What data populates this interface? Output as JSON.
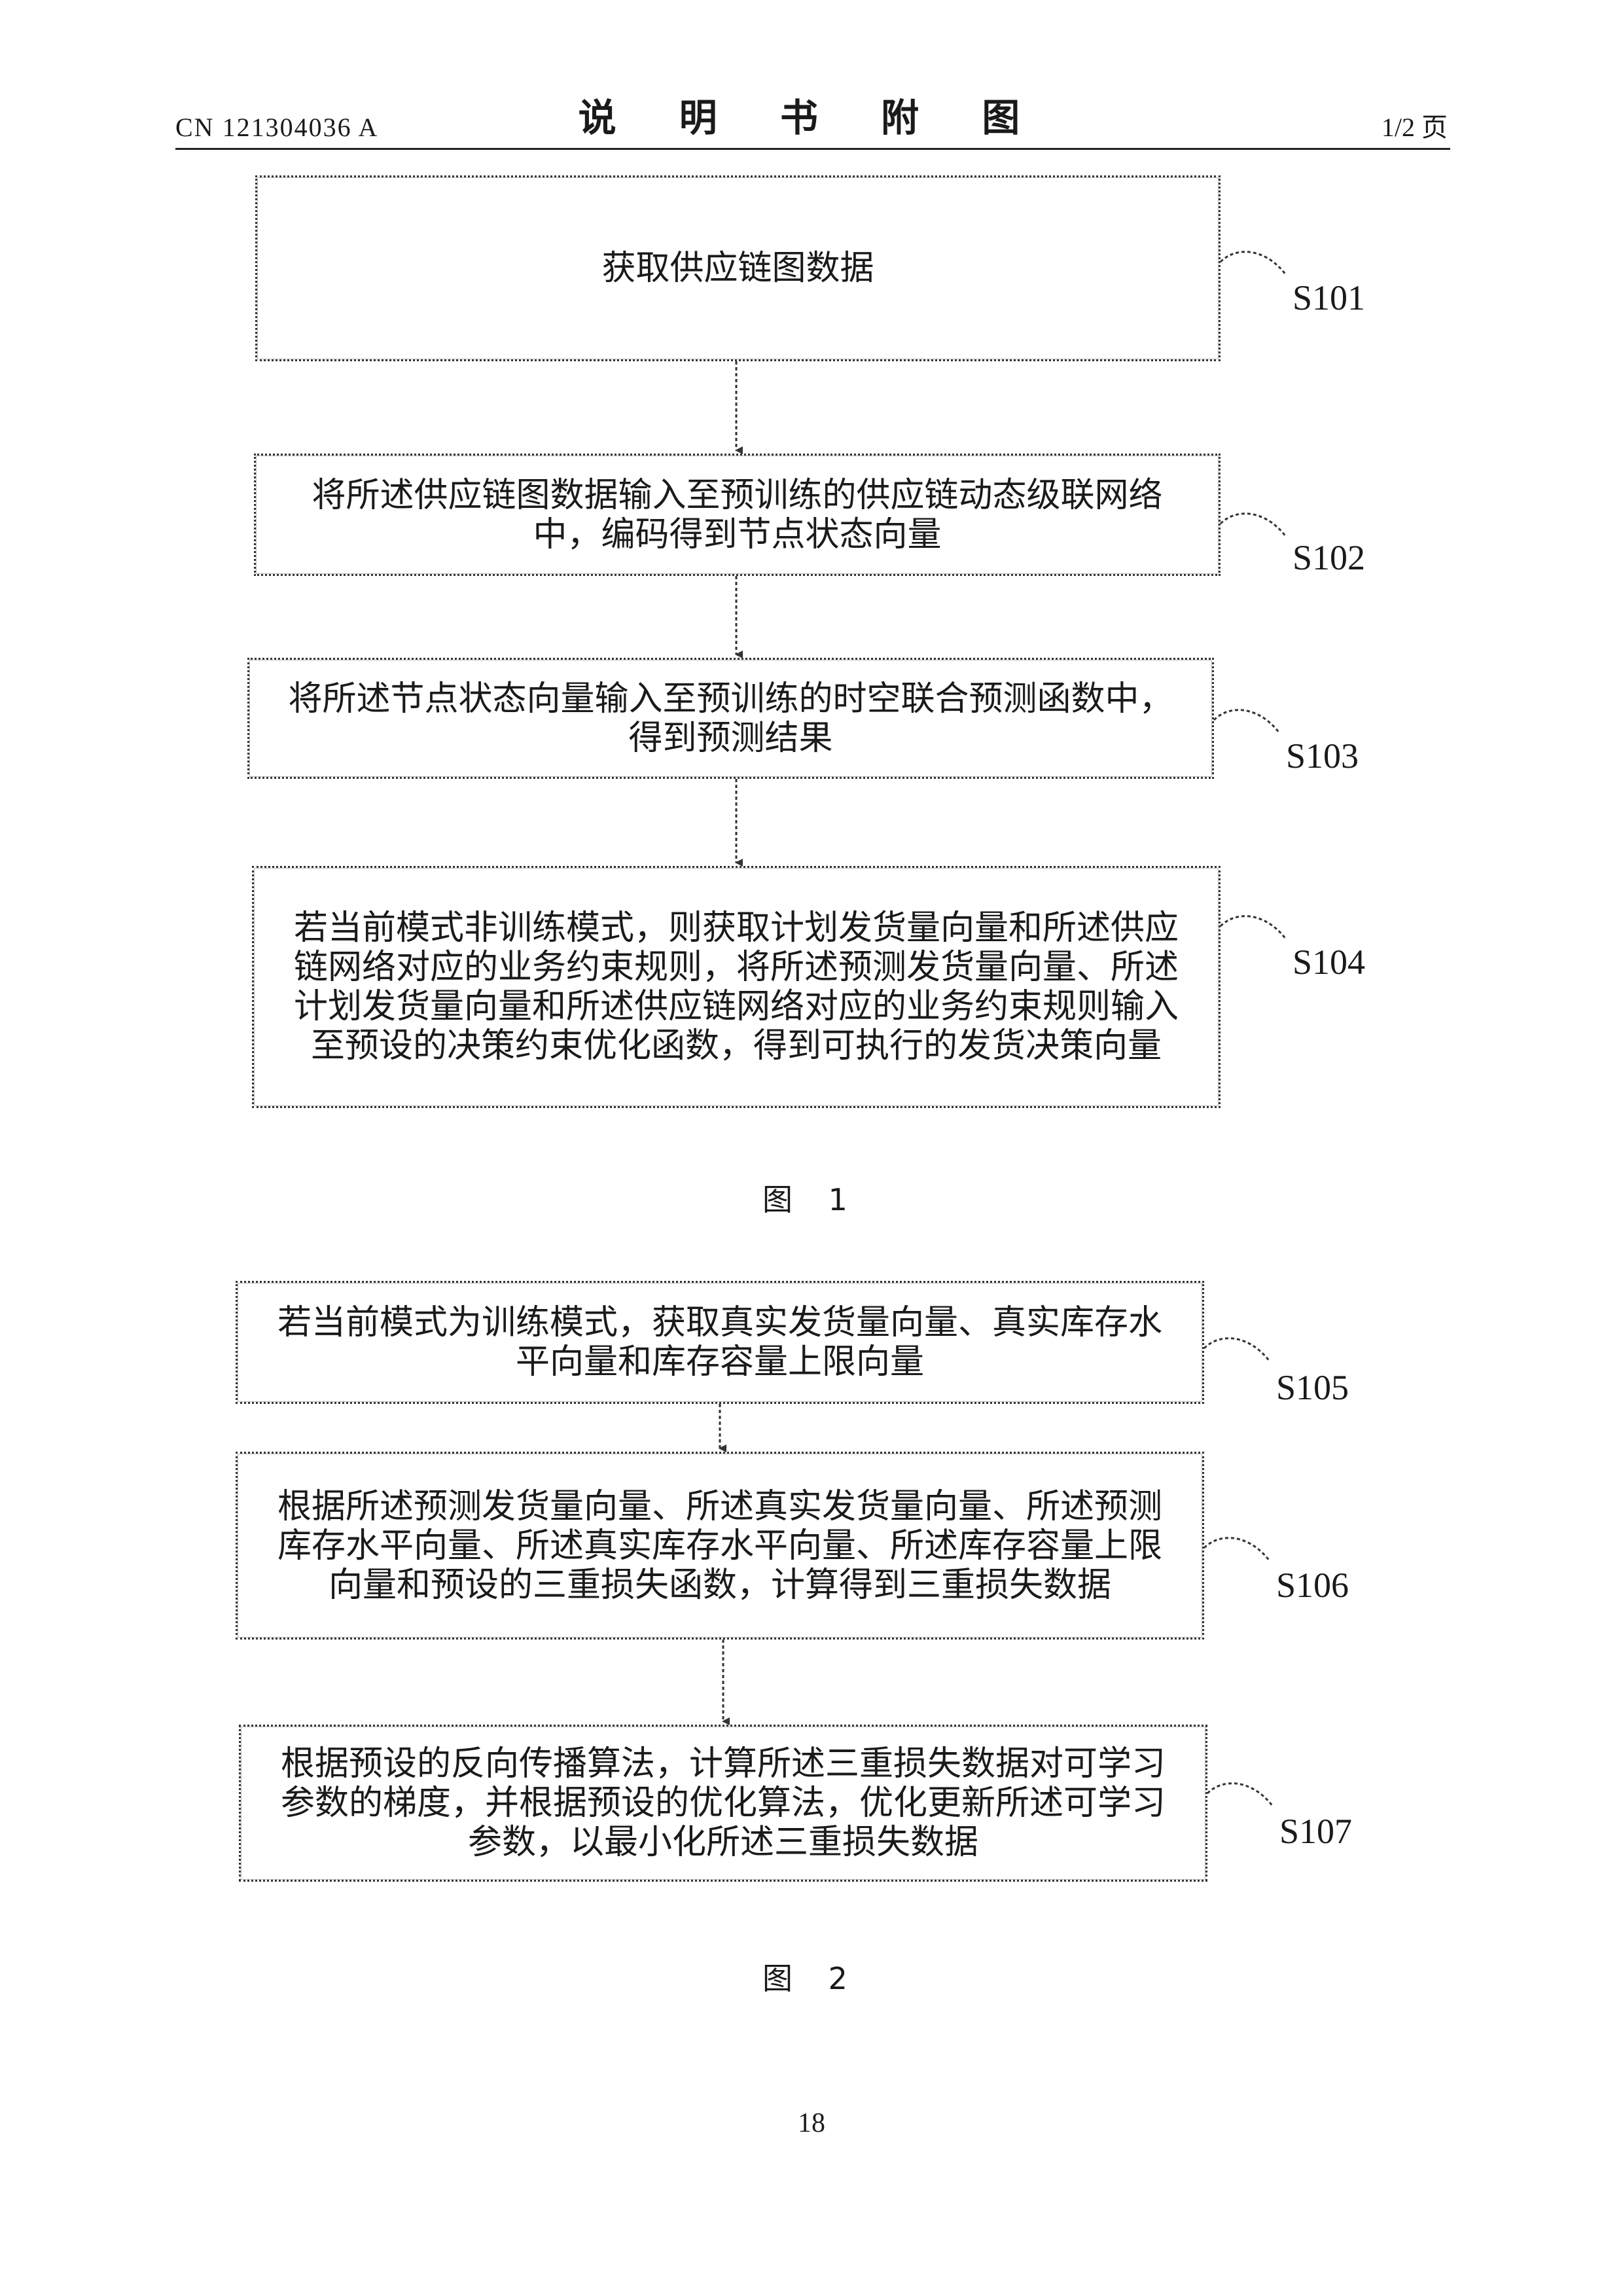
{
  "header": {
    "doc_number": "CN 121304036 A",
    "title": "说 明 书 附 图",
    "page_info": "1/2 页"
  },
  "figure1": {
    "caption": "图  1",
    "steps": [
      {
        "id": "S101",
        "text": "获取供应链图数据"
      },
      {
        "id": "S102",
        "text": "将所述供应链图数据输入至预训练的供应链动态级联网络中，编码得到节点状态向量"
      },
      {
        "id": "S103",
        "text": "将所述节点状态向量输入至预训练的时空联合预测函数中，得到预测结果"
      },
      {
        "id": "S104",
        "text": "若当前模式非训练模式，则获取计划发货量向量和所述供应链网络对应的业务约束规则，将所述预测发货量向量、所述计划发货量向量和所述供应链网络对应的业务约束规则输入至预设的决策约束优化函数，得到可执行的发货决策向量"
      }
    ]
  },
  "figure2": {
    "caption": "图  2",
    "steps": [
      {
        "id": "S105",
        "text": "若当前模式为训练模式，获取真实发货量向量、真实库存水平向量和库存容量上限向量"
      },
      {
        "id": "S106",
        "text": "根据所述预测发货量向量、所述真实发货量向量、所述预测库存水平向量、所述真实库存水平向量、所述库存容量上限向量和预设的三重损失函数，计算得到三重损失数据"
      },
      {
        "id": "S107",
        "text": "根据预设的反向传播算法，计算所述三重损失数据对可学习参数的梯度，并根据预设的优化算法，优化更新所述可学习参数，以最小化所述三重损失数据"
      }
    ]
  },
  "page_number": "18"
}
